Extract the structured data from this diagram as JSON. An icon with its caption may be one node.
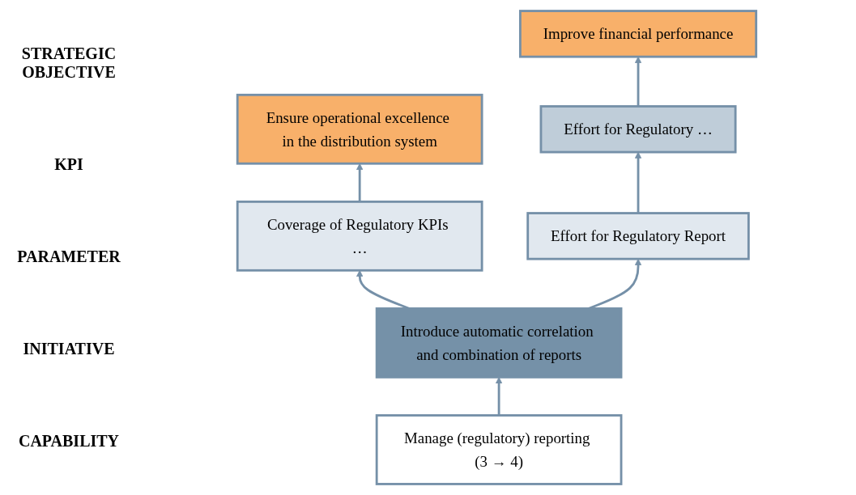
{
  "diagram": {
    "nodes": [
      {
        "text": [
          "Ensure operational excellence in the distribution system"
        ]
      },
      {
        "text": [
          "Improve financial performance"
        ]
      },
      {
        "text": [
          "Effort for Regulatory …"
        ]
      },
      {
        "text": [
          "Coverage of Regulatory KPIs …"
        ]
      },
      {
        "text": [
          "Effort for Regulatory Report"
        ]
      },
      {
        "text": [
          "Introduce automatic correlation and combination of reports"
        ]
      },
      {
        "text": [
          "Manage (regulatory) reporting (3 → 4)"
        ]
      }
    ],
    "edges": [
      {
        "from": 3,
        "to": 0,
        "arrow": "to"
      },
      {
        "from": 2,
        "to": 1,
        "arrow": "to"
      },
      {
        "from": 4,
        "to": 2,
        "arrow": "to"
      },
      {
        "from": 5,
        "to": 3,
        "arrow": "to"
      },
      {
        "from": 5,
        "to": 4,
        "arrow": "to"
      },
      {
        "from": 6,
        "to": 5,
        "arrow": "to"
      }
    ],
    "labels": [
      "STRATEGIC OBJECTIVE",
      "KPI",
      "PARAMETER",
      "INITIATIVE",
      "CAPABILITY"
    ]
  }
}
